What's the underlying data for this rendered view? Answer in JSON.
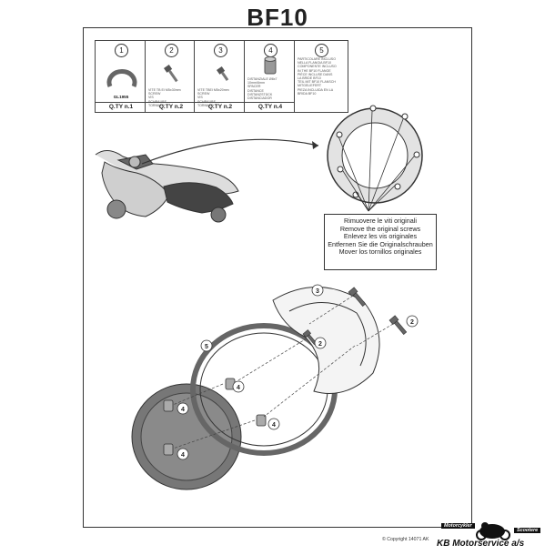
{
  "title": "BF10",
  "parts": [
    {
      "num": "1",
      "code": "GL1955",
      "desc": "",
      "qty": "Q.TY n.1"
    },
    {
      "num": "2",
      "code": "",
      "desc": "VITE TB EI M5x30mm\nSCREW\nVIS\nSCHRAUBE\nTORNILLO",
      "qty": "Q.TY n.2"
    },
    {
      "num": "3",
      "code": "",
      "desc": "VITE TBEI M5x20mm\nSCREW\nVIS\nSCHRAUBE\nTORNILLO",
      "qty": "Q.TY n.2"
    },
    {
      "num": "4",
      "code": "",
      "desc": "DISTANZIALE Ø8x7\n10mm/6mm\nSPACER\nDISTANCE\nDISTANZSTÜCK\nDISTANCIADOR",
      "qty": "Q.TY n.4"
    },
    {
      "num": "5",
      "code": "",
      "desc": "PARTICOLARE INCLUSO\nNELLA FLANGIA BF10\nCOMPONENTE INCLUSO\nIN THE BF10 FLANGE\nPIÈCE INCLUSE DANS\nLA BRIDE BF10\nTEIL MIT BF10 FLANSCH\nMITGELIEFERT\nPIEZA INCLUIDA EN LA\nBRIDA BF10",
      "qty": ""
    }
  ],
  "note_lines": [
    "Rimuovere le viti originali",
    "Remove the original screws",
    "Enlevez  les vis originales",
    "Entfernen Sie die Originalschrauben",
    "Mover los tornillos originales"
  ],
  "callouts": [
    "1",
    "2",
    "3",
    "4",
    "5"
  ],
  "copyright": "© Copyright 14071 AK",
  "logo": {
    "tag1": "Motorcykler",
    "tag2": "Scootere",
    "brand": "KB Motorservice a/s"
  }
}
